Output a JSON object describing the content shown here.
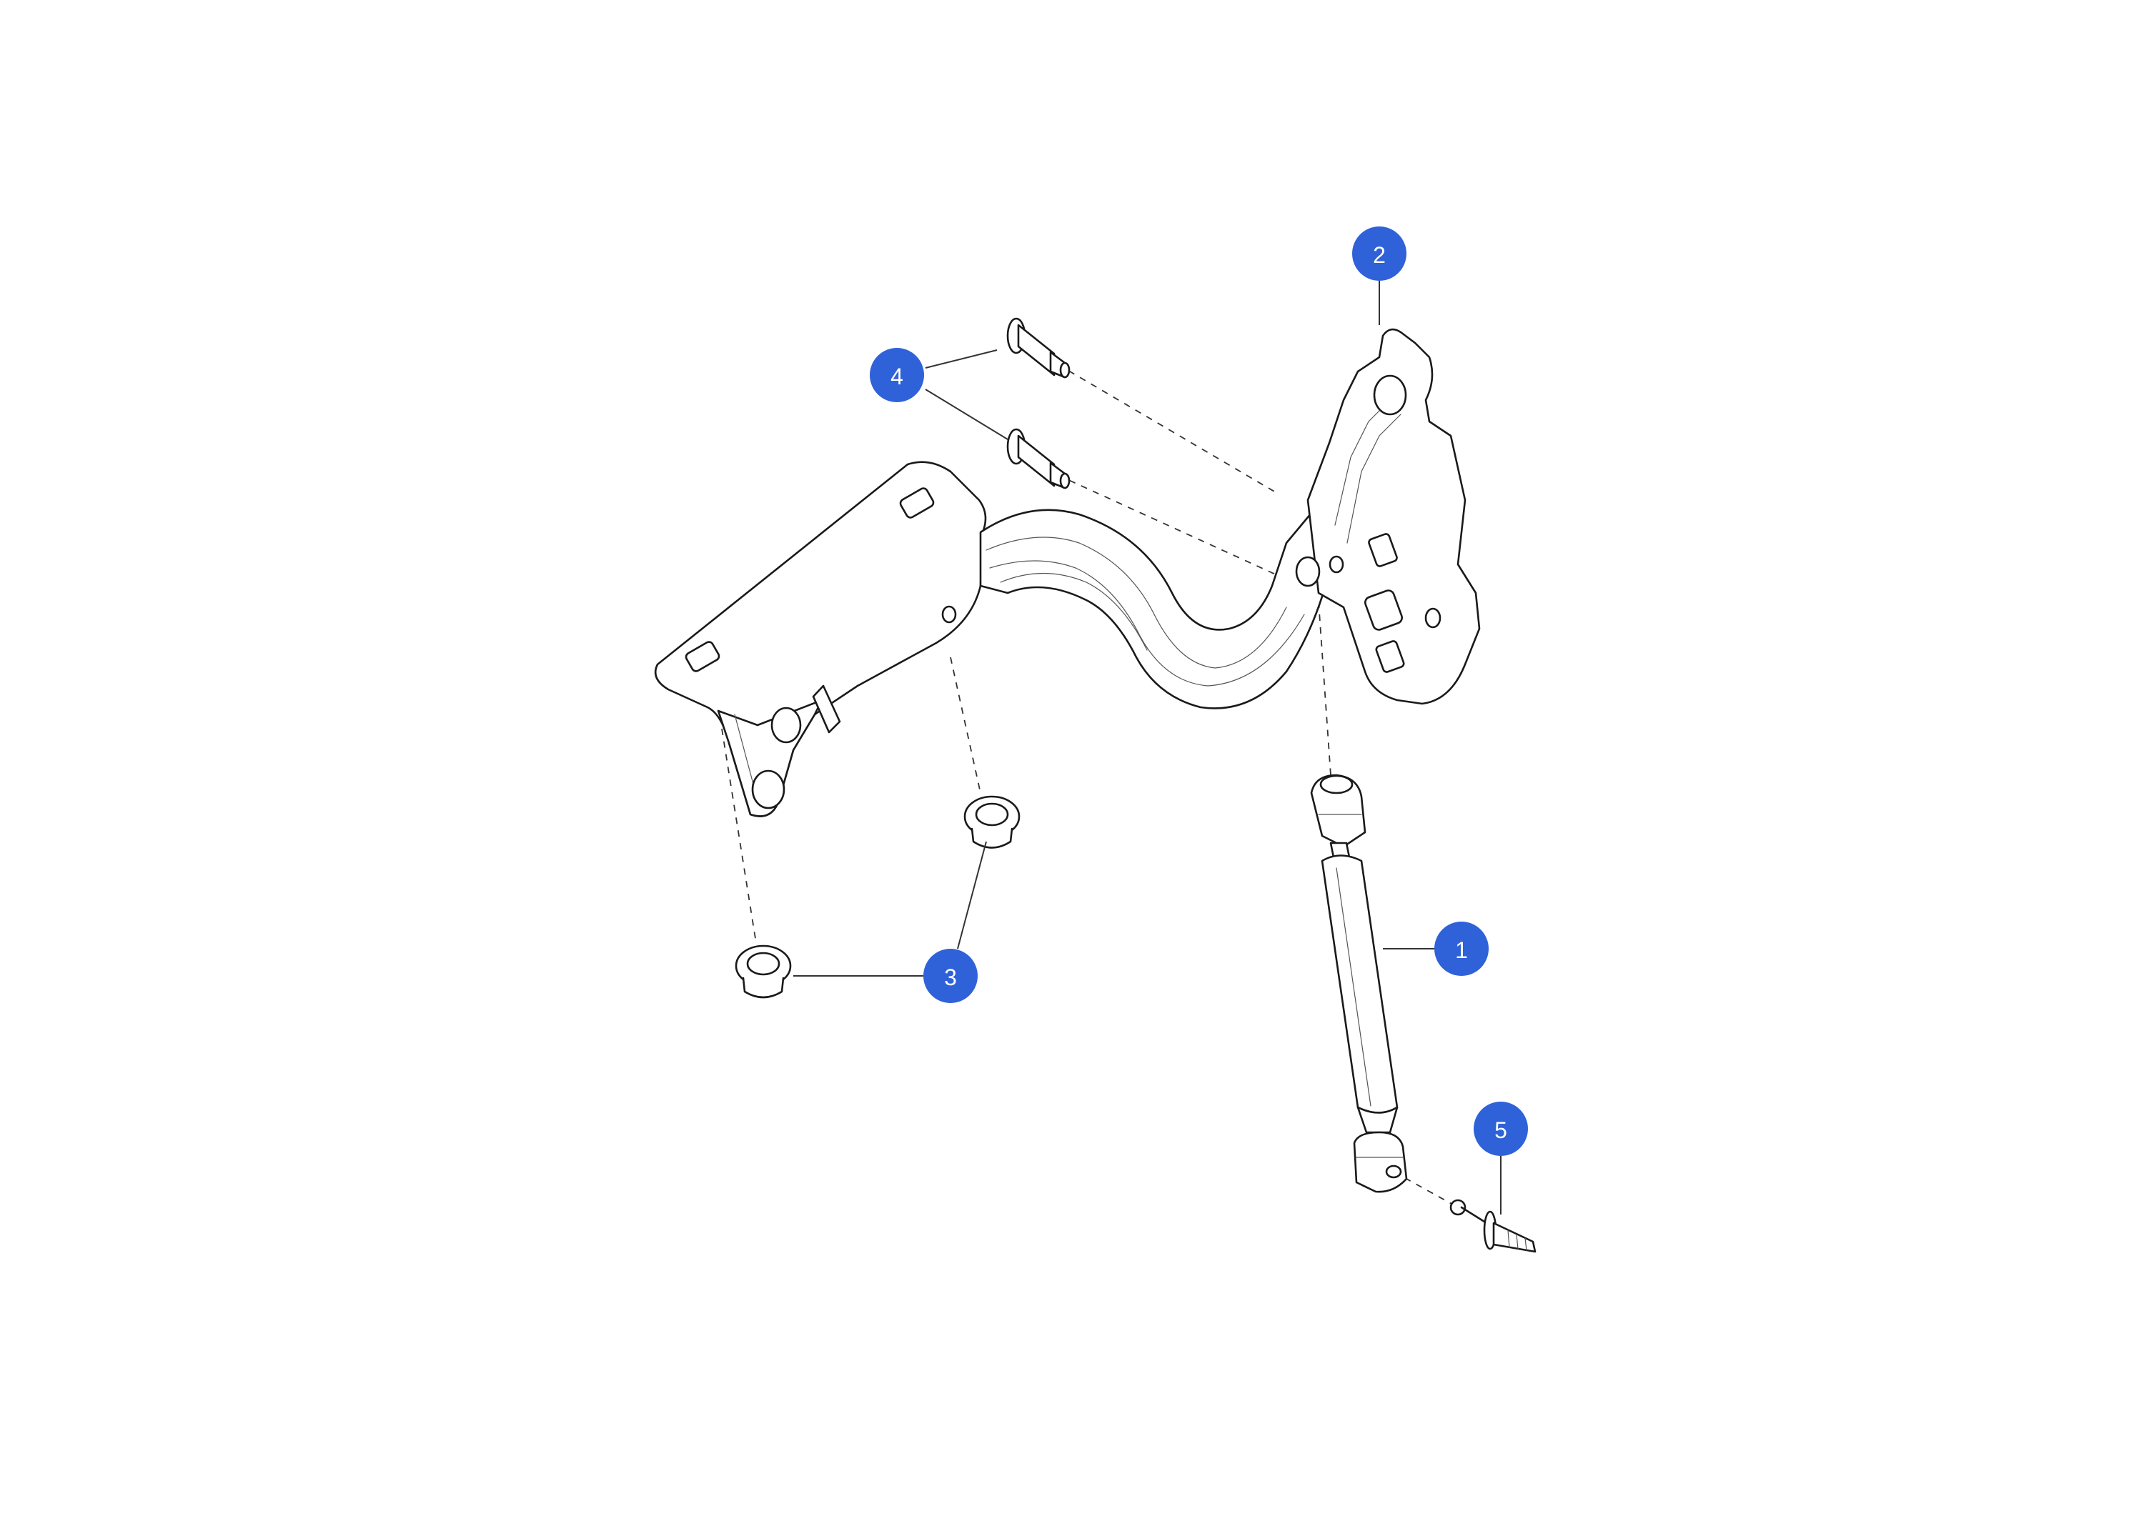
{
  "callouts": [
    {
      "id": "1",
      "label": "1"
    },
    {
      "id": "2",
      "label": "2"
    },
    {
      "id": "3",
      "label": "3"
    },
    {
      "id": "4",
      "label": "4"
    },
    {
      "id": "5",
      "label": "5"
    }
  ],
  "colors": {
    "callout_fill": "#2f62d8",
    "callout_text": "#ffffff",
    "line_art": "#1a1a1a",
    "background": "#ffffff"
  }
}
